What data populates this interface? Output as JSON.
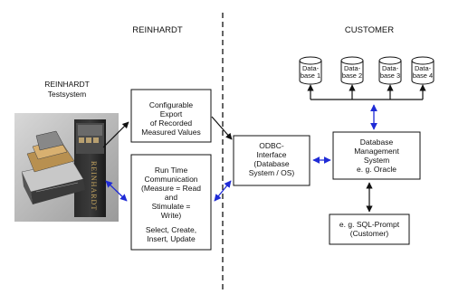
{
  "headers": {
    "left": "REINHARDT",
    "right": "CUSTOMER"
  },
  "testsystem": {
    "title_line1": "REINHARDT",
    "title_line2": "Testsystem",
    "cabinet_text": "REINHARDT"
  },
  "export_box": {
    "lines": [
      "Configurable",
      "Export",
      "of Recorded",
      "Measured Values"
    ]
  },
  "runtime_box": {
    "lines": [
      "Run Time",
      "Communication",
      "(Measure = Read",
      "and",
      "Stimulate =",
      "Write)"
    ],
    "lines2": [
      "Select, Create,",
      "Insert, Update"
    ]
  },
  "odbc_box": {
    "lines": [
      "ODBC-",
      "Interface",
      "(Database",
      "System / OS)"
    ]
  },
  "dbms_box": {
    "lines": [
      "Database",
      "Management",
      "System",
      "e. g. Oracle"
    ]
  },
  "sql_box": {
    "lines": [
      "e. g. SQL-Prompt",
      "(Customer)"
    ]
  },
  "databases": [
    {
      "line1": "Data-",
      "line2": "base 1"
    },
    {
      "line1": "Data-",
      "line2": "base 2"
    },
    {
      "line1": "Data-",
      "line2": "base 3"
    },
    {
      "line1": "Data-",
      "line2": "base 4"
    }
  ],
  "colors": {
    "line": "#111111",
    "accent_arrow": "#1f2bd6"
  }
}
